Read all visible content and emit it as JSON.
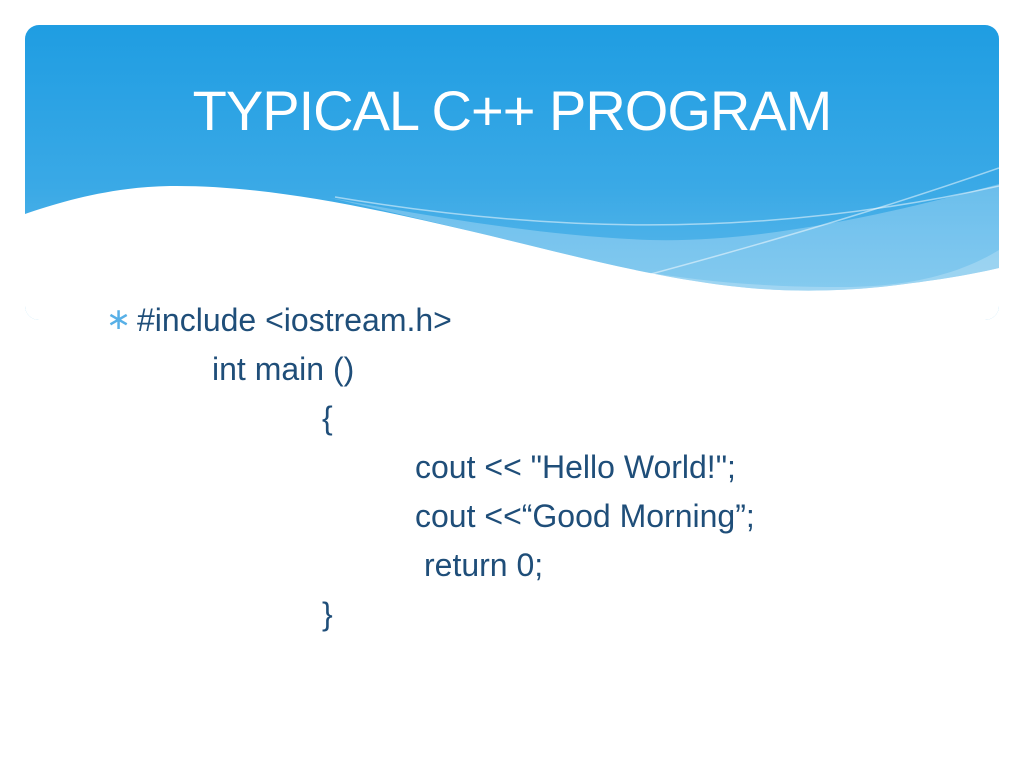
{
  "slide": {
    "title": "TYPICAL C++ PROGRAM",
    "bullet_glyph": "∗",
    "code_lines": [
      {
        "text": "#include <iostream.h>"
      },
      {
        "text": "int main ()"
      },
      {
        "text": "{"
      },
      {
        "text": "cout << \"Hello World!\";"
      },
      {
        "text": "cout <<“Good Morning”;"
      },
      {
        "text": "return 0;"
      },
      {
        "text": "}"
      }
    ],
    "colors": {
      "header_gradient_top": "#1f9de2",
      "header_gradient_bottom": "#66bdeb",
      "wave_highlight": "#ffffff",
      "title_text": "#ffffff",
      "body_text": "#1f4e79",
      "bullet": "#58b0e7",
      "background": "#ffffff"
    }
  }
}
